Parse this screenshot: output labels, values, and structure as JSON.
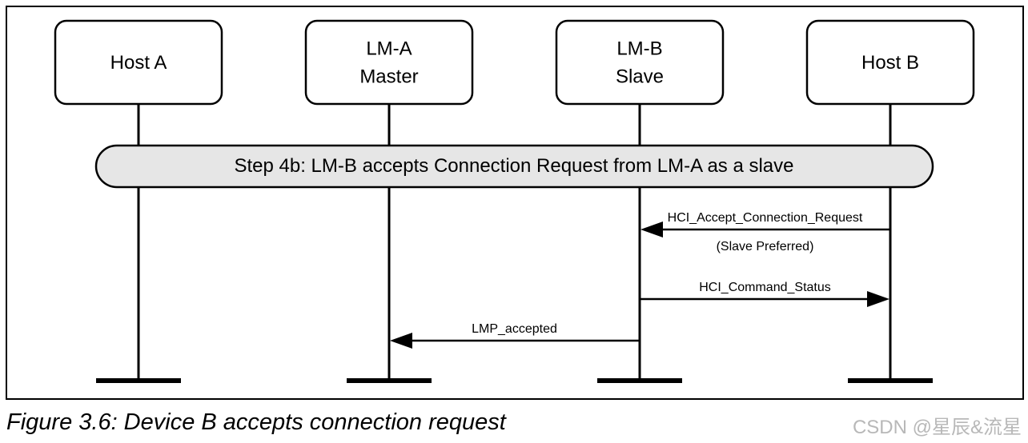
{
  "entities": [
    {
      "id": "host-a",
      "lines": [
        "Host A"
      ]
    },
    {
      "id": "lm-a",
      "lines": [
        "LM-A",
        "Master"
      ]
    },
    {
      "id": "lm-b",
      "lines": [
        "LM-B",
        "Slave"
      ]
    },
    {
      "id": "host-b",
      "lines": [
        "Host B"
      ]
    }
  ],
  "step": {
    "label": "Step 4b: LM-B accepts Connection Request from LM-A as a slave"
  },
  "messages": [
    {
      "from": "host-b",
      "to": "lm-b",
      "label": "HCI_Accept_Connection_Request",
      "sublabel": "(Slave Preferred)"
    },
    {
      "from": "lm-b",
      "to": "host-b",
      "label": "HCI_Command_Status",
      "sublabel": ""
    },
    {
      "from": "lm-b",
      "to": "lm-a",
      "label": "LMP_accepted",
      "sublabel": ""
    }
  ],
  "caption": "Figure 3.6:  Device B accepts connection request",
  "watermark": {
    "text": "CSDN @星辰&流星",
    "color": "#b8b8b8"
  },
  "colors": {
    "line": "#000000",
    "box_fill": "#ffffff",
    "step_fill": "#e6e6e6"
  }
}
